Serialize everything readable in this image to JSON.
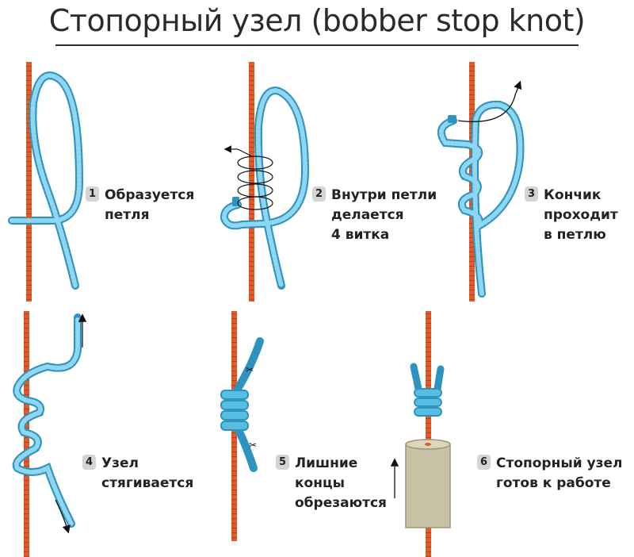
{
  "title": "Стопорный узел (bobber stop knot)",
  "colors": {
    "line": "#e05a2a",
    "cord": "#58bde3",
    "cord_dark": "#2f93c0",
    "float": "#c9c2a6",
    "badge": "#d4d4d4"
  },
  "steps": [
    {
      "number": "1",
      "caption": "Образуется\nпетля"
    },
    {
      "number": "2",
      "caption": "Внутри петли\nделается\n4 витка"
    },
    {
      "number": "3",
      "caption": "Кончик\nпроходит\nв петлю"
    },
    {
      "number": "4",
      "caption": "Узел\nстягивается"
    },
    {
      "number": "5",
      "caption": "Лишние\nконцы\nобрезаются"
    },
    {
      "number": "6",
      "caption": "Стопорный узел\nготов к работе"
    }
  ]
}
